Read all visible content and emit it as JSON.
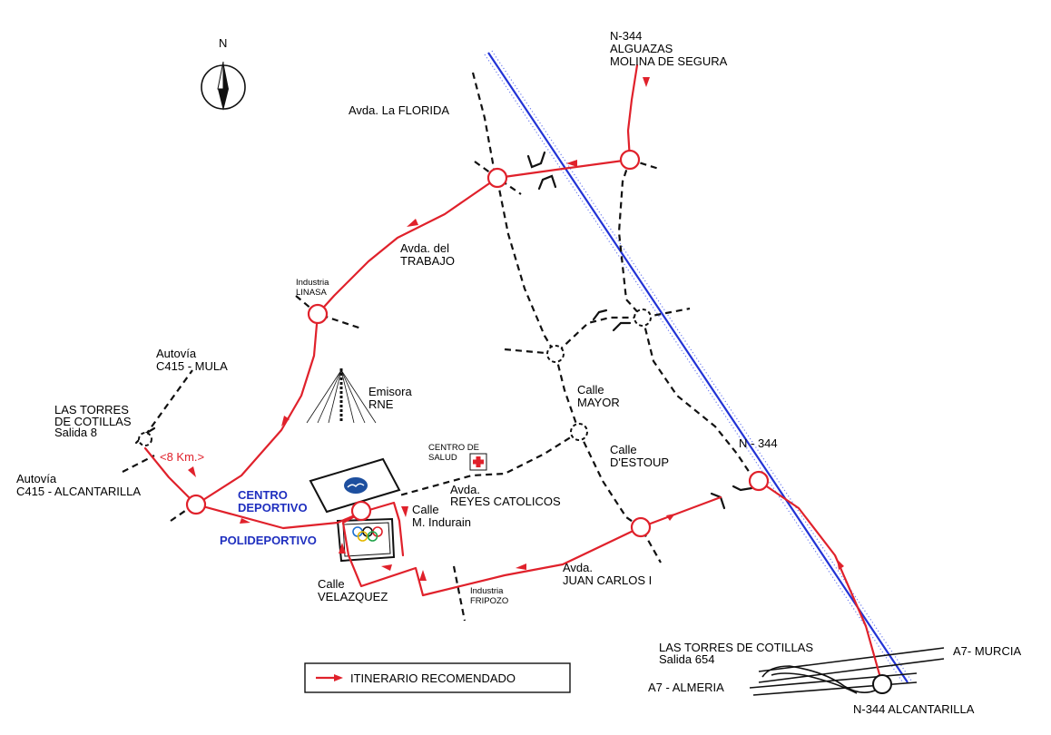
{
  "compass": {
    "label": "N"
  },
  "labels": {
    "n344_top_1": "N-344",
    "n344_top_2": "ALGUAZAS",
    "n344_top_3": "MOLINA DE SEGURA",
    "florida": "Avda. La FLORIDA",
    "trabajo_1": "Avda. del",
    "trabajo_2": "TRABAJO",
    "linasa_1": "Industria",
    "linasa_2": "LINASA",
    "mula_1": "Autovía",
    "mula_2": "C415 - MULA",
    "torres8_1": "LAS TORRES",
    "torres8_2": "DE COTILLAS",
    "torres8_3": "Salida 8",
    "km": "<8 Km.>",
    "alcantarilla_1": "Autovía",
    "alcantarilla_2": "C415 - ALCANTARILLA",
    "emisora_1": "Emisora",
    "emisora_2": "RNE",
    "salud_1": "CENTRO DE",
    "salud_2": "SALUD",
    "mayor_1": "Calle",
    "mayor_2": "MAYOR",
    "estoup_1": "Calle",
    "estoup_2": "D'ESTOUP",
    "n344_mid": "N - 344",
    "centro_1": "CENTRO",
    "centro_2": "DEPORTIVO",
    "reyes_1": "Avda.",
    "reyes_2": "REYES CATOLICOS",
    "indurain_1": "Calle",
    "indurain_2": "M. Indurain",
    "polideportivo": "POLIDEPORTIVO",
    "velazquez_1": "Calle",
    "velazquez_2": "VELAZQUEZ",
    "fripozo_1": "Industria",
    "fripozo_2": "FRIPOZO",
    "juancarlos_1": "Avda.",
    "juancarlos_2": "JUAN CARLOS I",
    "torres654_1": "LAS TORRES DE COTILLAS",
    "torres654_2": "Salida 654",
    "a7_murcia": "A7- MURCIA",
    "a7_almeria": "A7 - ALMERIA",
    "n344_bottom": "N-344 ALCANTARILLA"
  },
  "legend": {
    "label": "ITINERARIO RECOMENDADO"
  },
  "colors": {
    "route": "#e0212b",
    "rail": "#2233d6",
    "road": "#111111",
    "sport_label": "#1f2fbf"
  },
  "icons": [
    "compass-icon",
    "radio-tower-icon",
    "red-cross-icon",
    "swimming-icon",
    "olympic-rings-icon"
  ]
}
